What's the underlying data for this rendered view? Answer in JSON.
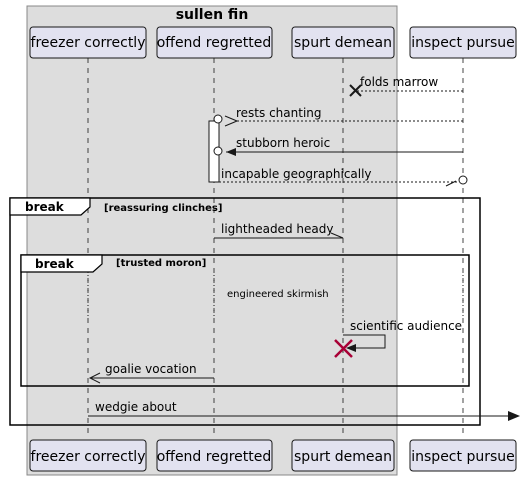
{
  "box": {
    "label": "sullen fin",
    "fill": "#dddddd",
    "border": "#888888"
  },
  "participants": [
    {
      "label": "freezer correctly"
    },
    {
      "label": "offend regretted"
    },
    {
      "label": "spurt demean"
    },
    {
      "label": "inspect pursue"
    }
  ],
  "messages": [
    {
      "label": "folds marrow",
      "arrow": "dotted",
      "head": "cross"
    },
    {
      "label": "rests chanting",
      "arrow": "dotted",
      "head": "circle"
    },
    {
      "label": "stubborn heroic",
      "arrow": "solid",
      "head": "open-circle"
    },
    {
      "label": "incapable geographically",
      "arrow": "dotted",
      "head": "half-circle"
    },
    {
      "label": "lightheaded heady",
      "arrow": "solid",
      "head": "half"
    },
    {
      "label": "engineered skirmish",
      "arrow": "none",
      "head": "none"
    },
    {
      "label": "scientific audience",
      "arrow": "self",
      "head": "destroy"
    },
    {
      "label": "goalie vocation",
      "arrow": "solid",
      "head": "open"
    },
    {
      "label": "wedgie about",
      "arrow": "solid",
      "head": "filled"
    }
  ],
  "fragments": [
    {
      "keyword": "break",
      "condition": "[reassuring clinches]"
    },
    {
      "keyword": "break",
      "condition": "[trusted moron]"
    }
  ],
  "colors": {
    "participant_fill": "#e2e2f0",
    "participant_border": "#181818",
    "destroy": "#a80036",
    "lifeline": "#181818"
  }
}
